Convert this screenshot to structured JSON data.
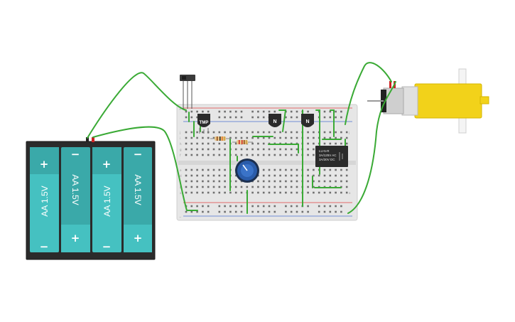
{
  "battery_pack": {
    "cells": [
      {
        "label": "AA 1.5V",
        "top_sign": "+",
        "bottom_sign": "−"
      },
      {
        "label": "AA 1.5V",
        "top_sign": "−",
        "bottom_sign": "+"
      },
      {
        "label": "AA 1.5V",
        "top_sign": "+",
        "bottom_sign": "−"
      },
      {
        "label": "AA 1.5V",
        "top_sign": "−",
        "bottom_sign": "+"
      }
    ]
  },
  "components": {
    "temp_sensor": {
      "label": "TMP"
    },
    "transistor_1": {
      "label": "N"
    },
    "transistor_2": {
      "label": "N"
    },
    "relay": {
      "lines": [
        "LU-5-R",
        "3A/125V AC",
        "3A/30V DC"
      ]
    }
  },
  "breadboard": {
    "row_letters_upper": [
      "j",
      "i",
      "h",
      "g",
      "f"
    ],
    "row_letters_lower": [
      "e",
      "d",
      "c",
      "b",
      "a"
    ],
    "rail_plus": "+",
    "rail_minus": "−"
  },
  "colors": {
    "wire": "#3aaa35",
    "battery_case": "#2b2b2b",
    "battery_cell": "#45c1c1",
    "breadboard": "#e6e6e6",
    "rail_red": "#e04040",
    "rail_blue": "#4a70d0",
    "motor_yellow": "#f2d21a",
    "pot_blue": "#2a5caa"
  }
}
